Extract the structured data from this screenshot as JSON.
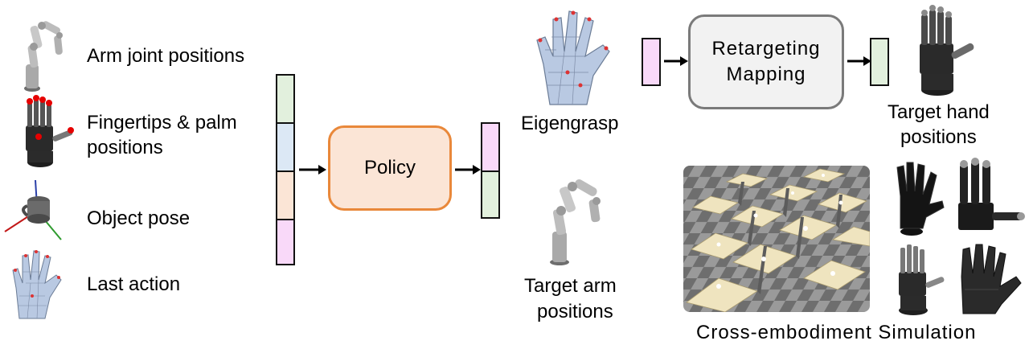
{
  "inputs": {
    "arm_joint": "Arm joint positions",
    "fingertips_line1": "Fingertips & palm",
    "fingertips_line2": "positions",
    "object_pose": "Object pose",
    "last_action": "Last action"
  },
  "policy": {
    "label": "Policy"
  },
  "eigengrasp": {
    "label": "Eigengrasp"
  },
  "target_arm": {
    "line1": "Target arm",
    "line2": "positions"
  },
  "retargeting": {
    "line1": "Retargeting",
    "line2": "Mapping"
  },
  "target_hand": {
    "line1": "Target hand",
    "line2": "positions"
  },
  "simulation": {
    "caption": "Cross-embodiment Simulation"
  },
  "colors": {
    "green": "#e2f0dd",
    "blue": "#dce8f5",
    "peach": "#fbe5d6",
    "pink": "#f9d9f9",
    "policy_fill": "#fbe5d6",
    "policy_border": "#e9883a",
    "retarget_fill": "#f2f2f2",
    "retarget_border": "#7a7a7a"
  },
  "icons": [
    "robot-arm-icon",
    "robot-hand-icon",
    "object-pose-axes-icon",
    "mesh-hand-icon",
    "simulation-grid-image",
    "hand-variant-icon"
  ]
}
